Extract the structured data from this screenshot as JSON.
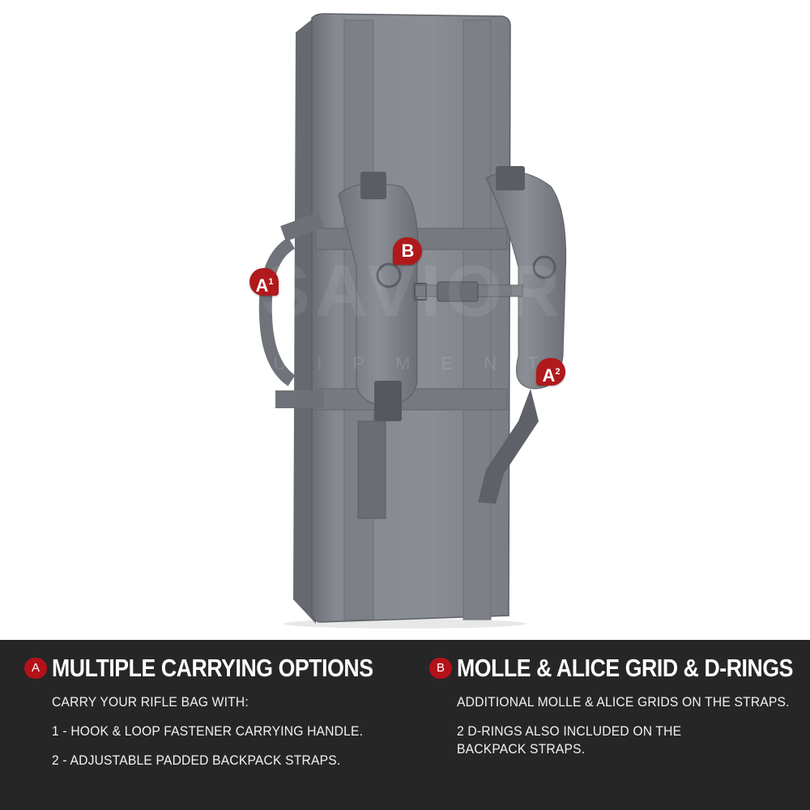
{
  "product_image": {
    "subject": "gray double rifle bag, back view with backpack straps",
    "bag_color": "#808389",
    "callouts": [
      {
        "id": "B",
        "label": "B",
        "sup": ""
      },
      {
        "id": "A1",
        "label": "A",
        "sup": "1"
      },
      {
        "id": "A2",
        "label": "A",
        "sup": "2"
      }
    ],
    "callout_color": "#b01a1c"
  },
  "features": [
    {
      "badge": "A",
      "title": "MULTIPLE CARRYING OPTIONS",
      "lines": [
        "CARRY YOUR RIFLE BAG WITH:",
        "1 - HOOK & LOOP FASTENER CARRYING HANDLE.",
        "2 - ADJUSTABLE PADDED BACKPACK STRAPS."
      ]
    },
    {
      "badge": "B",
      "title": "MOLLE & ALICE GRID & D-RINGS",
      "lines": [
        "ADDITIONAL MOLLE & ALICE GRIDS ON THE STRAPS.",
        "2 D-RINGS ALSO INCLUDED ON THE BACKPACK STRAPS."
      ]
    }
  ],
  "colors": {
    "panel_bg": "#262626",
    "accent_red": "#b4121a",
    "text": "#ffffff"
  }
}
